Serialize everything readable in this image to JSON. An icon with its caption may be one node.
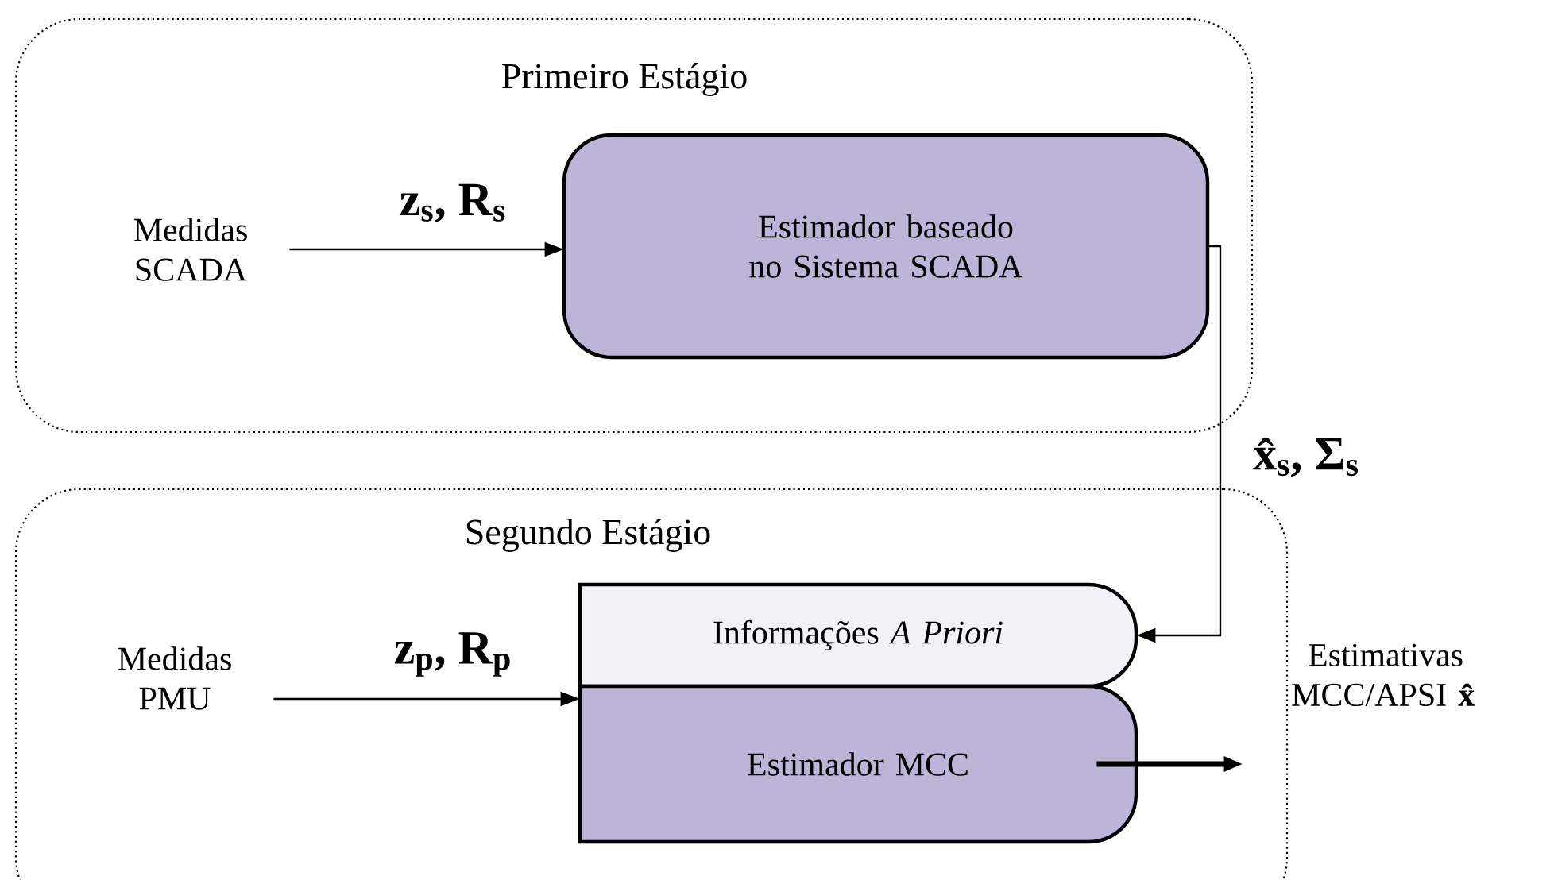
{
  "diagram": {
    "nodes": [
      {
        "text": [
          "Primeiro Estágio"
        ]
      },
      {
        "text": [
          "Medidas SCADA"
        ],
        "in": 0
      },
      {
        "text": [
          "Estimador baseado no Sistema SCADA"
        ],
        "in": 0
      },
      {
        "text": [
          "Segundo Estágio"
        ]
      },
      {
        "text": [
          "Medidas PMU"
        ],
        "in": 3
      },
      {
        "text": [
          "Informações *A Priori*"
        ],
        "in": 3
      },
      {
        "text": [
          "Estimador MCC"
        ],
        "in": 3
      },
      {
        "text": [
          "Estimativas MCC/APSI **x̂**"
        ]
      }
    ],
    "edges": [
      {
        "from": 1,
        "to": 2,
        "arrow": "to",
        "label": "z$_{s}$, R$_{s}$"
      },
      {
        "from": 2,
        "to": 5,
        "arrow": "to",
        "label": "x̂$_{s}$, Σ$_{s}$"
      },
      {
        "from": 4,
        "to": 6,
        "arrow": "to",
        "label": "z$_{p}$, R$_{p}$"
      },
      {
        "from": 6,
        "to": 7,
        "arrow": "to",
        "style": "thick"
      }
    ]
  }
}
